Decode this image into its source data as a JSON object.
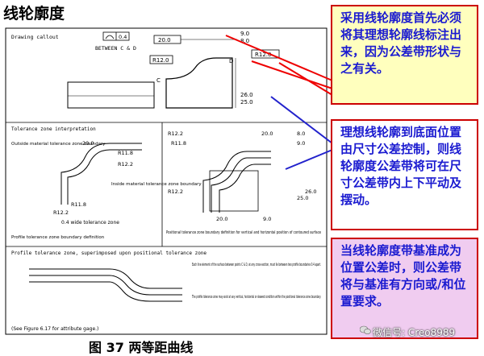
{
  "title": "线轮廓度",
  "drawing": {
    "callout_label": "Drawing callout",
    "between": "BETWEEN C & D",
    "tol": "0.4",
    "dim_20": "20.0",
    "dim_9": "9.0",
    "dim_8": "8.0",
    "r12": "R12.0",
    "d_label": "D",
    "c_label": "C",
    "dim_26": "26.0",
    "dim_25": "25.0",
    "tz_interp": "Tolerance zone interpretation",
    "outside": "Outside material tolerance zone boundary",
    "r118": "R11.8",
    "r122": "R12.2",
    "inside": "Inside material tolerance zone boundary",
    "wide": "0.4 wide tolerance zone",
    "profile_def": "Profile tolerance zone boundary definition",
    "positional_def": "Positional tolerance zone boundary definition for vertical and horizontal position of contoured surface",
    "superimposed": "Profile tolerance zone, superimposed upon positional tolerance zone",
    "note1": "Each line element of the surface between points C & D, at any cross-section, must lie between two profile boundaries 0.4 apart.",
    "note2": "The profile tolerance zone may exist at any vertical, horizontal or skewed condition within the positional tolerance zone boundary.",
    "figure_ref": "(See Figure 6.17 for attribute gage.)"
  },
  "notes": {
    "box1": "采用线轮廓度首先必须将其理想轮廓线标注出来，因为公差带形状与之有关。",
    "box2": "理想线轮廓到底面位置由尺寸公差控制，则线轮廓度公差带将可在尺寸公差带内上下平动及摆动。",
    "box3": "当线轮廓度带基准成为位置公差时，则公差带将与基准有方向或/和位置要求。"
  },
  "caption": "图 37  两等距曲线",
  "watermark": "微信号: Creo8989",
  "colors": {
    "text_blue": "#1a1ad0",
    "border_red": "#cc0000",
    "yellow_bg": "#ffffbe",
    "pink_bg": "#f0ccf0",
    "arrow_red": "#ee0000",
    "arrow_blue": "#2222cc"
  }
}
